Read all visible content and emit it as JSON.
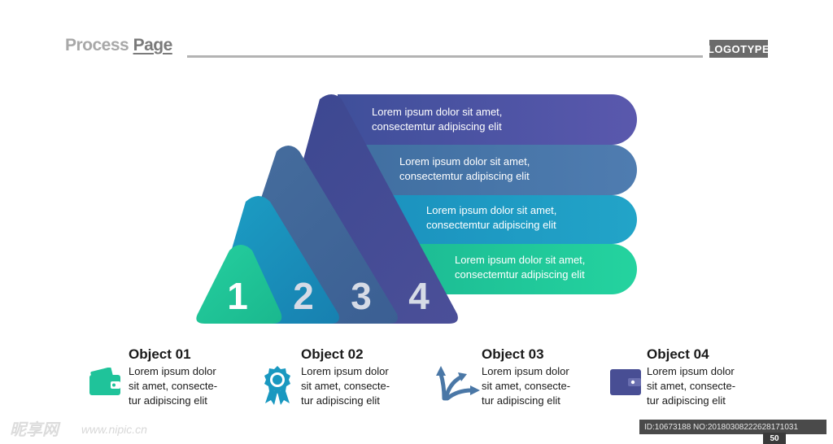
{
  "header": {
    "title_light": "Process ",
    "title_dark": "Page",
    "logotype": "LOGOTYPE"
  },
  "steps": [
    {
      "number": "1",
      "color": "#1fc39a"
    },
    {
      "number": "2",
      "color": "#1998c0"
    },
    {
      "number": "3",
      "color": "#4a77a6"
    },
    {
      "number": "4",
      "color": "#484e94"
    }
  ],
  "bands": [
    {
      "line1": "Lorem ipsum dolor sit amet,",
      "line2": "consectemtur adipiscing elit",
      "color_start": "#3f4f9a",
      "color_end": "#5a58ad"
    },
    {
      "line1": "Lorem ipsum dolor sit amet,",
      "line2": "consectemtur adipiscing elit",
      "color_start": "#3f6ea0",
      "color_end": "#4f7cb0"
    },
    {
      "line1": "Lorem ipsum dolor sit amet,",
      "line2": "consectemtur adipiscing elit",
      "color_start": "#1a8fbd",
      "color_end": "#22a4c8"
    },
    {
      "line1": "Lorem ipsum dolor sit amet,",
      "line2": "consectemtur adipiscing elit",
      "color_start": "#1cba93",
      "color_end": "#24d39f"
    }
  ],
  "objects": [
    {
      "title": "Object 01",
      "line1": "Lorem ipsum dolor",
      "line2": "sit amet, consecte-",
      "line3": "tur adipiscing elit",
      "icon": "wallet-icon",
      "color": "#1fc39a"
    },
    {
      "title": "Object 02",
      "line1": "Lorem ipsum dolor",
      "line2": "sit amet, consecte-",
      "line3": "tur adipiscing elit",
      "icon": "award-badge-icon",
      "color": "#1998c0"
    },
    {
      "title": "Object 03",
      "line1": "Lorem ipsum dolor",
      "line2": "sit amet, consecte-",
      "line3": "tur adipiscing elit",
      "icon": "split-arrows-icon",
      "color": "#4a77a6"
    },
    {
      "title": "Object 04",
      "line1": "Lorem ipsum dolor",
      "line2": "sit amet, consecte-",
      "line3": "tur adipiscing elit",
      "icon": "purse-icon",
      "color": "#484e94"
    }
  ],
  "footer": {
    "id_text": "ID:10673188 NO:20180308222628171031",
    "page_number": "50",
    "watermark": "昵享网",
    "watermark_url": "www.nipic.cn"
  }
}
